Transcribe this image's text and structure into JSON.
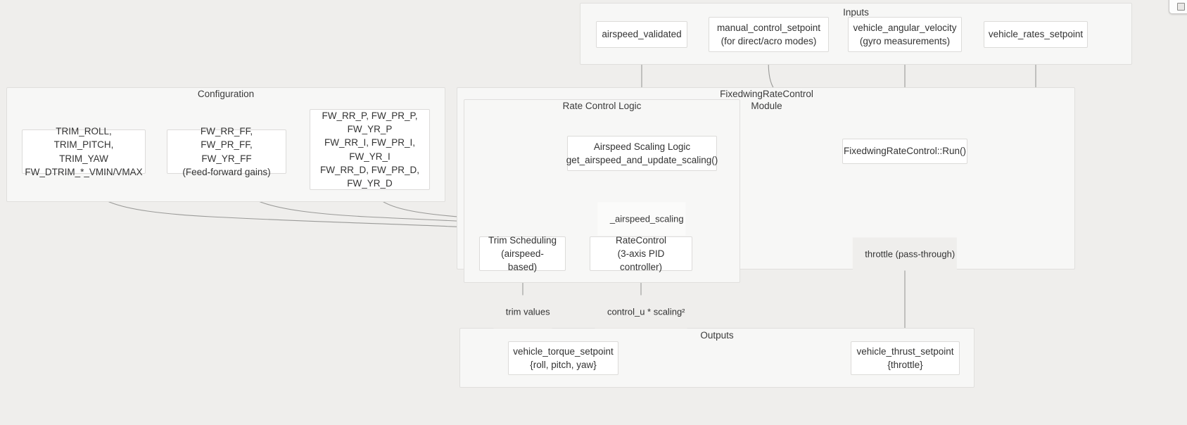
{
  "diagram": {
    "title_hidden": "",
    "clusters": [
      {
        "id": "inputs",
        "label": "Inputs"
      },
      {
        "id": "configuration",
        "label": "Configuration"
      },
      {
        "id": "fixedwing_rate_control",
        "label": "FixedwingRateControl\nModule"
      },
      {
        "id": "rate_control_logic",
        "label": "Rate Control Logic"
      },
      {
        "id": "outputs",
        "label": "Outputs"
      }
    ],
    "nodes": [
      {
        "id": "airspeed_validated",
        "label": "airspeed_validated"
      },
      {
        "id": "manual_control_setpoint",
        "label": "manual_control_setpoint\n(for direct/acro modes)"
      },
      {
        "id": "vehicle_angular_velocity",
        "label": "vehicle_angular_velocity\n(gyro measurements)"
      },
      {
        "id": "vehicle_rates_setpoint",
        "label": "vehicle_rates_setpoint"
      },
      {
        "id": "trim_params",
        "label": "TRIM_ROLL, TRIM_PITCH,\nTRIM_YAW\nFW_DTRIM_*_VMIN/VMAX"
      },
      {
        "id": "ff_gains",
        "label": "FW_RR_FF, FW_PR_FF,\nFW_YR_FF\n(Feed-forward gains)"
      },
      {
        "id": "pid_gains",
        "label": "FW_RR_P, FW_PR_P,\nFW_YR_P\nFW_RR_I, FW_PR_I,\nFW_YR_I\nFW_RR_D, FW_PR_D,\nFW_YR_D"
      },
      {
        "id": "airspeed_scaling_logic",
        "label": "Airspeed Scaling Logic\nget_airspeed_and_update_scaling()"
      },
      {
        "id": "run",
        "label": "FixedwingRateControl::Run()"
      },
      {
        "id": "trim_scheduling",
        "label": "Trim Scheduling\n(airspeed-based)"
      },
      {
        "id": "rate_control",
        "label": "RateControl\n(3-axis PID controller)"
      },
      {
        "id": "vehicle_torque_setpoint",
        "label": "vehicle_torque_setpoint\n{roll, pitch, yaw}"
      },
      {
        "id": "vehicle_thrust_setpoint",
        "label": "vehicle_thrust_setpoint\n{throttle}"
      }
    ],
    "edge_labels": [
      {
        "id": "airspeed_scaling",
        "label": "_airspeed_scaling"
      },
      {
        "id": "throttle_pass_through",
        "label": "throttle (pass-through)"
      },
      {
        "id": "trim_values",
        "label": "trim values"
      },
      {
        "id": "control_u_scaling",
        "label": "control_u * scaling²"
      }
    ],
    "colors": {
      "page_background": "#efeeec",
      "cluster_background": "#f7f7f6",
      "cluster_border": "#e0dfdd",
      "node_background": "#ffffff",
      "node_border": "#dcdbd9",
      "edge_stroke": "#9a9a98",
      "text": "#333333"
    }
  }
}
